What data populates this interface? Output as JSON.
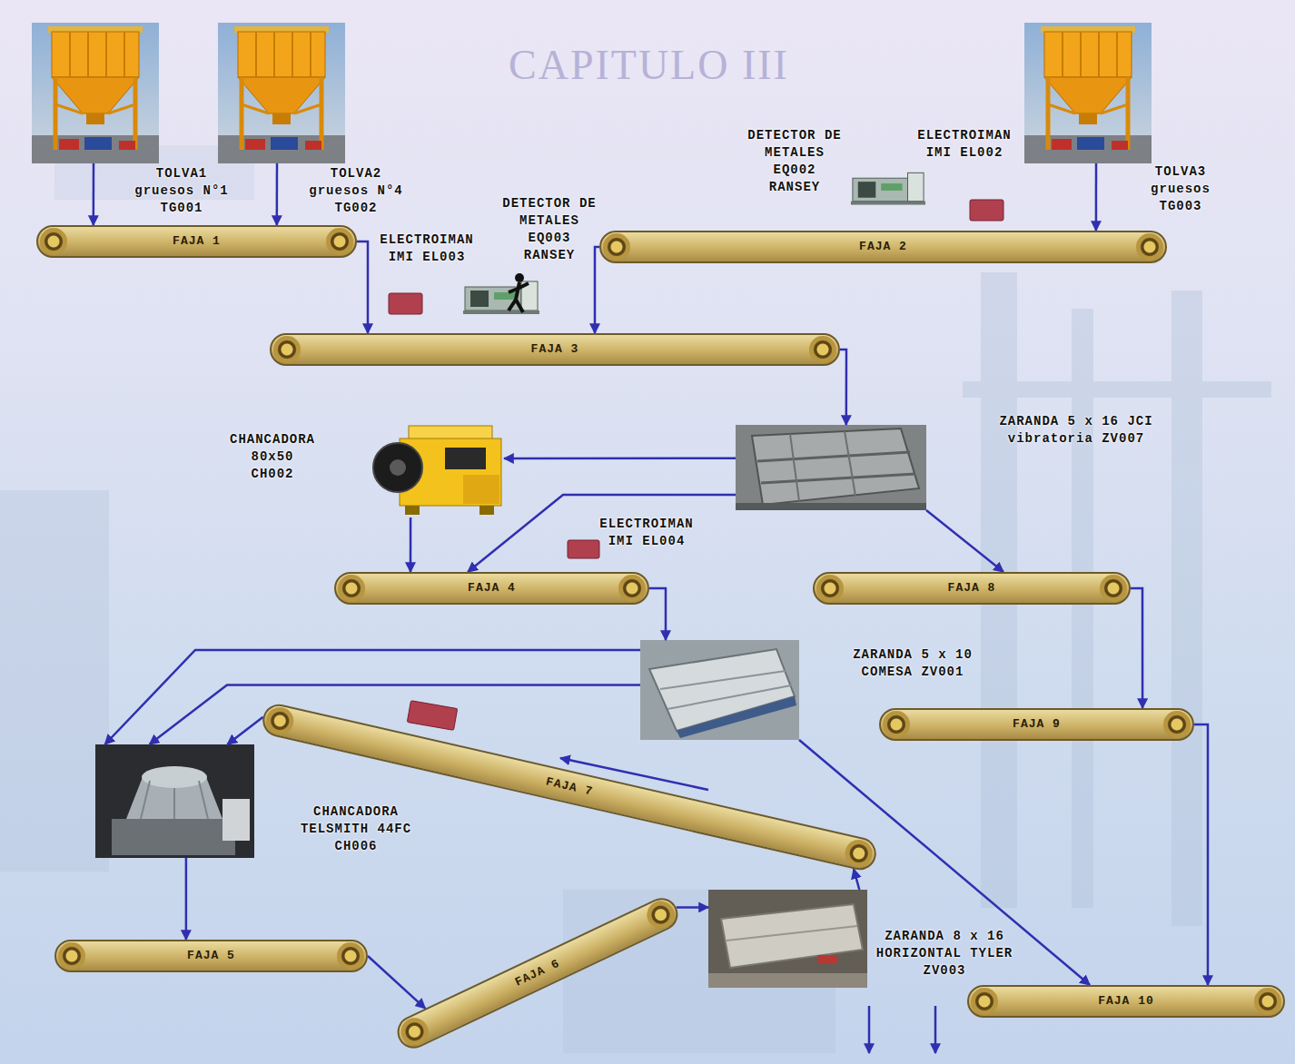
{
  "diagram": {
    "nodes": [
      {
        "text": [
          "TOLVA1 gruesos N°1 TG001"
        ]
      },
      {
        "text": [
          "TOLVA2 gruesos N°4 TG002"
        ]
      },
      {
        "text": [
          "DETECTOR DE METALES EQ002 RANSEY"
        ]
      },
      {
        "text": [
          "ELECTROIMAN IMI EL002"
        ]
      },
      {
        "text": [
          "TOLVA3 gruesos TG003"
        ]
      },
      {
        "text": [
          "FAJA 1"
        ]
      },
      {
        "text": [
          "ELECTROIMAN IMI EL003"
        ]
      },
      {
        "text": [
          "DETECTOR DE METALES EQ003 RANSEY"
        ]
      },
      {
        "text": [
          "FAJA 2"
        ]
      },
      {
        "text": [
          "FAJA 3"
        ]
      },
      {
        "text": [
          "CHANCADORA 80x50 CH002"
        ]
      },
      {
        "text": [
          "ZARANDA 5 x 16 JCI vibratoria ZV007"
        ]
      },
      {
        "text": [
          "ELECTROIMAN IMI EL004"
        ]
      },
      {
        "text": [
          "FAJA 4"
        ]
      },
      {
        "text": [
          "FAJA 8"
        ]
      },
      {
        "text": [
          "ZARANDA 5 x 10 COMESA ZV001"
        ]
      },
      {
        "text": [
          "FAJA 9"
        ]
      },
      {
        "text": [
          "FAJA 7"
        ]
      },
      {
        "text": [
          "CHANCADORA TELSMITH 44FC CH006"
        ]
      },
      {
        "text": [
          "FAJA 5"
        ]
      },
      {
        "text": [
          "FAJA 6"
        ]
      },
      {
        "text": [
          "ZARANDA 8 x 16 HORIZONTAL TYLER ZV003"
        ]
      },
      {
        "text": [
          "FAJA 10"
        ]
      }
    ],
    "edges": [
      {
        "from": 0,
        "to": 5,
        "arrow": "to"
      },
      {
        "from": 1,
        "to": 5,
        "arrow": "to"
      },
      {
        "from": 4,
        "to": 8,
        "arrow": "to"
      },
      {
        "from": 5,
        "to": 9,
        "arrow": "to"
      },
      {
        "from": 8,
        "to": 9,
        "arrow": "to"
      },
      {
        "from": 9,
        "to": 11,
        "arrow": "to"
      },
      {
        "from": 11,
        "to": 10,
        "arrow": "to"
      },
      {
        "from": 11,
        "to": 13,
        "arrow": "to"
      },
      {
        "from": 10,
        "to": 13,
        "arrow": "to"
      },
      {
        "from": 11,
        "to": 14,
        "arrow": "to"
      },
      {
        "from": 13,
        "to": 15,
        "arrow": "to"
      },
      {
        "from": 14,
        "to": 16,
        "arrow": "to"
      },
      {
        "from": 16,
        "to": 22,
        "arrow": "to"
      },
      {
        "from": 15,
        "to": 18,
        "arrow": "to"
      },
      {
        "from": 15,
        "to": 18,
        "arrow": "to"
      },
      {
        "from": 17,
        "to": 18,
        "arrow": "to"
      },
      {
        "from": 15,
        "to": 22,
        "arrow": "to"
      },
      {
        "from": 18,
        "to": 19,
        "arrow": "to"
      },
      {
        "from": 19,
        "to": 20,
        "arrow": "to"
      },
      {
        "from": 20,
        "to": 21,
        "arrow": "to"
      },
      {
        "from": 21,
        "to": 17,
        "arrow": "to"
      }
    ],
    "labels": [
      "CAPITULO III"
    ]
  }
}
